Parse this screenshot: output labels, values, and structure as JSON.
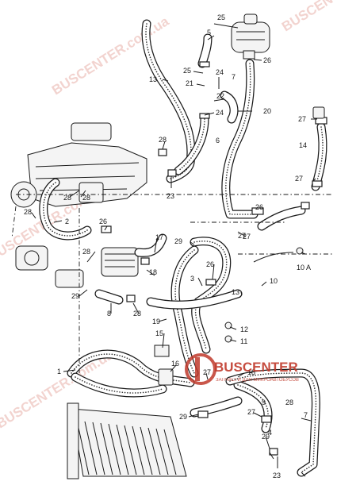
{
  "diagram": {
    "callouts": [
      {
        "id": "c1",
        "text": "25"
      },
      {
        "id": "c2",
        "text": "5"
      },
      {
        "id": "c3",
        "text": "26"
      },
      {
        "id": "c4",
        "text": "13"
      },
      {
        "id": "c5",
        "text": "25"
      },
      {
        "id": "c6",
        "text": "21"
      },
      {
        "id": "c7",
        "text": "24"
      },
      {
        "id": "c8",
        "text": "7"
      },
      {
        "id": "c9",
        "text": "22"
      },
      {
        "id": "c10",
        "text": "24"
      },
      {
        "id": "c11",
        "text": "20"
      },
      {
        "id": "c12",
        "text": "27"
      },
      {
        "id": "c13",
        "text": "14"
      },
      {
        "id": "c14",
        "text": "28"
      },
      {
        "id": "c15",
        "text": "6"
      },
      {
        "id": "c16",
        "text": "23"
      },
      {
        "id": "c17",
        "text": "27"
      },
      {
        "id": "c18",
        "text": "28"
      },
      {
        "id": "c19",
        "text": "28"
      },
      {
        "id": "c20",
        "text": "2"
      },
      {
        "id": "c21",
        "text": "28"
      },
      {
        "id": "c22",
        "text": "26"
      },
      {
        "id": "c23",
        "text": "27"
      },
      {
        "id": "c24",
        "text": "17"
      },
      {
        "id": "c25",
        "text": "29"
      },
      {
        "id": "c26",
        "text": "28"
      },
      {
        "id": "c27",
        "text": "26"
      },
      {
        "id": "c28",
        "text": "10 A"
      },
      {
        "id": "c29",
        "text": "18"
      },
      {
        "id": "c30",
        "text": "26"
      },
      {
        "id": "c31",
        "text": "3"
      },
      {
        "id": "c32",
        "text": "10"
      },
      {
        "id": "c33",
        "text": "29"
      },
      {
        "id": "c34",
        "text": "13"
      },
      {
        "id": "c35",
        "text": "8"
      },
      {
        "id": "c36",
        "text": "28"
      },
      {
        "id": "c37",
        "text": "19"
      },
      {
        "id": "c38",
        "text": "12"
      },
      {
        "id": "c39",
        "text": "15"
      },
      {
        "id": "c40",
        "text": "11"
      },
      {
        "id": "c41",
        "text": "1"
      },
      {
        "id": "c42",
        "text": "16"
      },
      {
        "id": "c43",
        "text": "27"
      },
      {
        "id": "c44",
        "text": "18"
      },
      {
        "id": "c45",
        "text": "27"
      },
      {
        "id": "c46",
        "text": "29"
      },
      {
        "id": "c47",
        "text": "29"
      },
      {
        "id": "c48",
        "text": "4"
      },
      {
        "id": "c49",
        "text": "7"
      },
      {
        "id": "c50",
        "text": "23"
      },
      {
        "id": "c51",
        "text": "28"
      },
      {
        "id": "c52",
        "text": "9"
      },
      {
        "id": "c53",
        "text": "27"
      }
    ]
  },
  "watermark": {
    "site": "BUSCENTER.com.ua",
    "brand": "BUSCENTER",
    "tagline": "ЗАПЧАСТИ ДЛЯ МИКРОАВТОБУСОВ"
  },
  "colors": {
    "ink": "#1a1a1a",
    "watermark": "#e8b0a8",
    "brand_red": "#c0392b"
  }
}
